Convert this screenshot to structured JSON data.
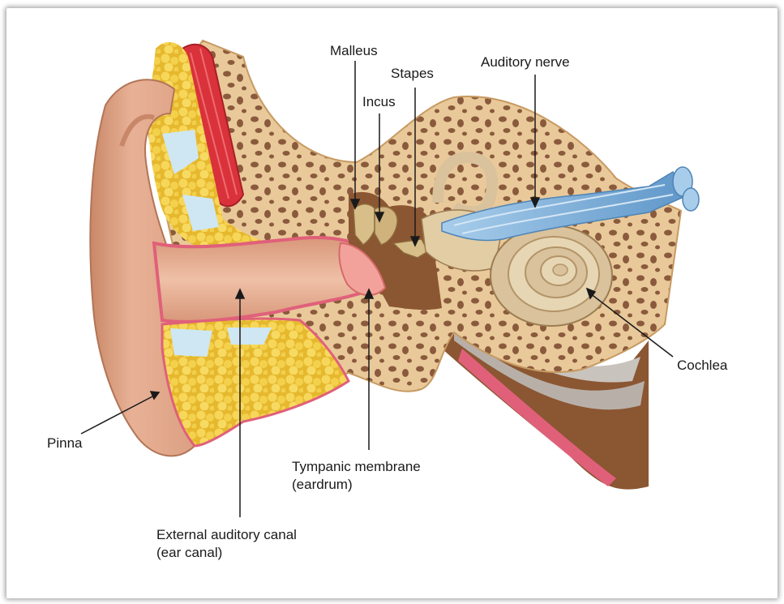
{
  "labels": {
    "malleus": "Malleus",
    "stapes": "Stapes",
    "incus": "Incus",
    "auditory_nerve": "Auditory nerve",
    "cochlea": "Cochlea",
    "pinna": "Pinna",
    "tympanic_line1": "Tympanic membrane",
    "tympanic_line2": "(eardrum)",
    "canal_line1": "External auditory canal",
    "canal_line2": "(ear canal)"
  },
  "colors": {
    "bone": "#e9c99a",
    "bone_pores": "#8a5a3c",
    "skin": "#e2a58a",
    "fat": "#f2cf4a",
    "muscle": "#d9323a",
    "nerve": "#7fb0db",
    "cochlea": "#d9c29c",
    "cavity": "#8b5632",
    "lining": "#e0607a"
  }
}
